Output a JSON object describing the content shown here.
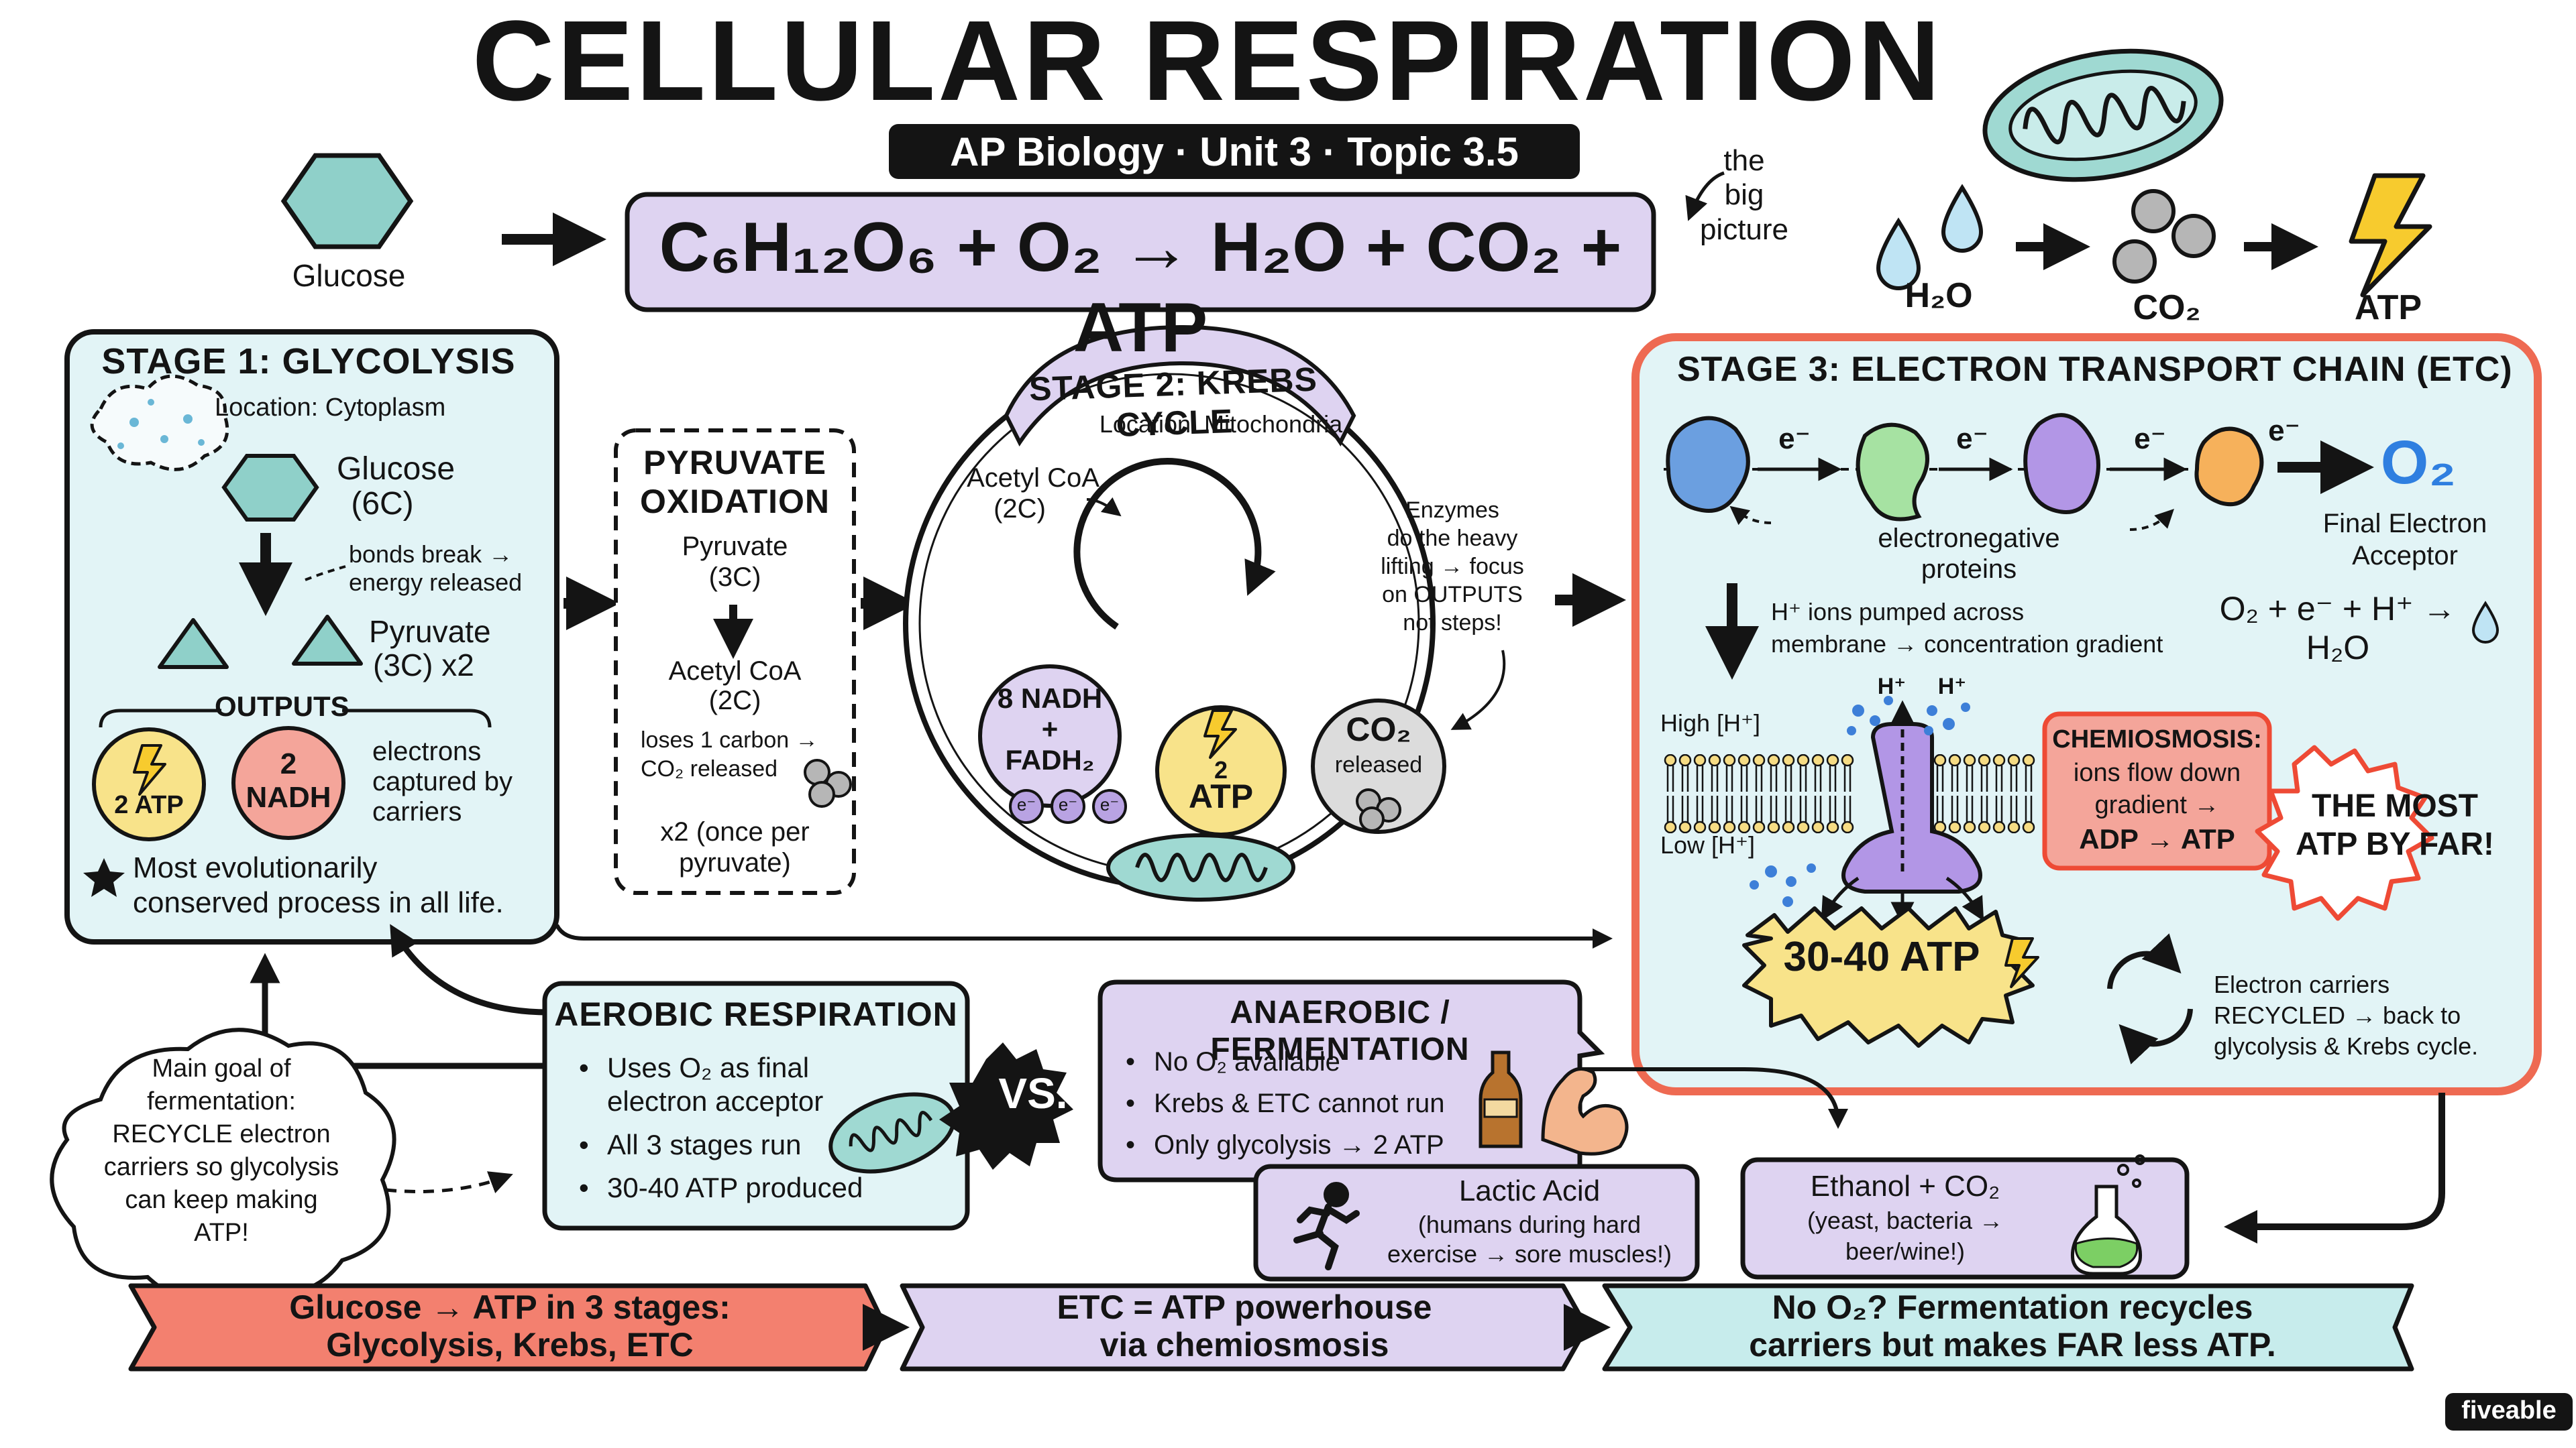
{
  "header": {
    "title": "CELLULAR RESPIRATION",
    "subtitle": "AP Biology · Unit 3 · Topic 3.5"
  },
  "equation": {
    "text": "C₆H₁₂O₆ + O₂ → H₂O + CO₂ + ATP",
    "glucose_label": "Glucose",
    "note_line1": "the",
    "note_line2": "big",
    "note_line3": "picture",
    "water_label": "H₂O",
    "co2_label": "CO₂",
    "atp_label": "ATP"
  },
  "glycolysis": {
    "title": "STAGE 1: GLYCOLYSIS",
    "location": "Location: Cytoplasm",
    "glucose_label": "Glucose",
    "glucose_carbons": "(6C)",
    "bonds_line1": "bonds break →",
    "bonds_line2": "energy released",
    "pyruvate_label": "Pyruvate",
    "pyruvate_carbons": "(3C) x2",
    "outputs_label": "OUTPUTS",
    "atp_output": "2 ATP",
    "nadh_num": "2",
    "nadh_label": "NADH",
    "electrons_line1": "electrons",
    "electrons_line2": "captured by",
    "electrons_line3": "carriers",
    "note_line1": "Most evolutionarily",
    "note_line2": "conserved process in all life."
  },
  "pyruvate_oxidation": {
    "title_line1": "PYRUVATE",
    "title_line2": "OXIDATION",
    "pyruvate_label": "Pyruvate",
    "pyruvate_carbons": "(3C)",
    "acetyl_label": "Acetyl CoA",
    "acetyl_carbons": "(2C)",
    "loses_line1": "loses 1 carbon →",
    "loses_line2": "CO₂ released",
    "times_line1": "x2 (once per",
    "times_line2": "pyruvate)"
  },
  "krebs": {
    "title": "STAGE 2: KREBS CYCLE",
    "location": "Location: Mitochondria",
    "acetyl_label": "Acetyl CoA",
    "acetyl_carbons": "(2C)",
    "enzymes_line1": "Enzymes",
    "enzymes_line2": "do the heavy",
    "enzymes_line3": "lifting → focus",
    "enzymes_line4": "on OUTPUTS",
    "enzymes_line5": "not steps!",
    "nadh_line1": "8 NADH",
    "nadh_line2": "+",
    "nadh_line3": "FADH₂",
    "electron_symbol": "e⁻",
    "atp_num": "2",
    "atp_label": "ATP",
    "co2_label": "CO₂",
    "co2_released": "released"
  },
  "etc": {
    "title": "STAGE 3: ELECTRON TRANSPORT CHAIN (ETC)",
    "electron_symbol": "e⁻",
    "o2_label": "O₂",
    "proteins_label": "electronegative proteins",
    "final_line1": "Final Electron",
    "final_line2": "Acceptor",
    "reaction": "O₂ + e⁻ + H⁺ → H₂O",
    "pumped_line1": "H⁺ ions pumped across",
    "pumped_line2": "membrane → concentration gradient",
    "high_label": "High [H⁺]",
    "low_label": "Low [H⁺]",
    "hplus_label": "H⁺",
    "chemi_title": "CHEMIOSMOSIS:",
    "chemi_line1": "ions flow down",
    "chemi_line2": "gradient →",
    "chemi_line3": "ADP → ATP",
    "most_line1": "THE MOST",
    "most_line2": "ATP BY FAR!",
    "atp_yield": "30-40 ATP",
    "recycled_line1": "Electron carriers",
    "recycled_line2": "RECYCLED → back to",
    "recycled_line3": "glycolysis & Krebs cycle."
  },
  "fermentation_note": {
    "line1": "Main goal of",
    "line2": "fermentation:",
    "line3": "RECYCLE electron",
    "line4": "carriers so glycolysis",
    "line5": "can keep making",
    "line6": "ATP!"
  },
  "aerobic": {
    "title": "AEROBIC RESPIRATION",
    "bullets": [
      "Uses O₂ as final",
      "All 3 stages run",
      "30-40 ATP produced"
    ],
    "bullet1_cont": "electron acceptor"
  },
  "vs_label": "VS.",
  "anaerobic": {
    "title": "ANAEROBIC / FERMENTATION",
    "bullets": [
      "No O₂ available",
      "Krebs & ETC cannot run",
      "Only glycolysis → 2 ATP"
    ]
  },
  "lactic": {
    "title": "Lactic Acid",
    "line1": "(humans during hard",
    "line2": "exercise → sore muscles!)"
  },
  "ethanol": {
    "title": "Ethanol + CO₂",
    "line1": "(yeast, bacteria →",
    "line2": "beer/wine!)"
  },
  "banners": {
    "b1_line1": "Glucose → ATP in 3 stages:",
    "b1_line2": "Glycolysis, Krebs, ETC",
    "b2_line1": "ETC = ATP powerhouse",
    "b2_line2": "via chemiosmosis",
    "b3_line1": "No O₂? Fermentation recycles",
    "b3_line2": "carriers but makes FAR less ATP."
  },
  "brand": "fiveable",
  "colors": {
    "purple": "#ded3f1",
    "light_blue": "#e2f4f6",
    "teal": "#8fd0c9",
    "yellow": "#f8e38a",
    "salmon": "#f4a59a",
    "red_border": "#ee6a52",
    "banner_red": "#f3806f",
    "banner_teal": "#c7ecec"
  }
}
